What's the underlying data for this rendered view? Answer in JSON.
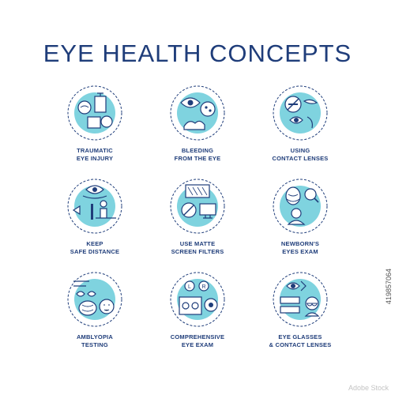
{
  "title": "EYE HEALTH CONCEPTS",
  "colors": {
    "accent": "#7fd3df",
    "ink": "#1f3d7a",
    "dash": "#1f3d7a"
  },
  "icons": [
    {
      "name": "traumatic-eye-injury-icon",
      "line1": "TRAUMATIC",
      "line2": "EYE INJURY"
    },
    {
      "name": "bleeding-from-the-eye-icon",
      "line1": "BLEEDING",
      "line2": "FROM THE EYE"
    },
    {
      "name": "using-contact-lenses-icon",
      "line1": "USING",
      "line2": "CONTACT LENSES"
    },
    {
      "name": "keep-safe-distance-icon",
      "line1": "KEEP",
      "line2": "SAFE DISTANCE"
    },
    {
      "name": "use-matte-screen-filters-icon",
      "line1": "USE MATTE",
      "line2": "SCREEN FILTERS"
    },
    {
      "name": "newborns-eyes-exam-icon",
      "line1": "NEWBORN'S",
      "line2": "EYES EXAM"
    },
    {
      "name": "amblyopia-testing-icon",
      "line1": "AMBLYOPIA",
      "line2": "TESTING"
    },
    {
      "name": "comprehensive-eye-exam-icon",
      "line1": "COMPREHENSIVE",
      "line2": "EYE EXAM"
    },
    {
      "name": "eye-glasses-contact-lenses-icon",
      "line1": "EYE GLASSES",
      "line2": "& CONTACT LENSES"
    }
  ],
  "stock_id": "419857064",
  "watermark": "Adobe Stock"
}
